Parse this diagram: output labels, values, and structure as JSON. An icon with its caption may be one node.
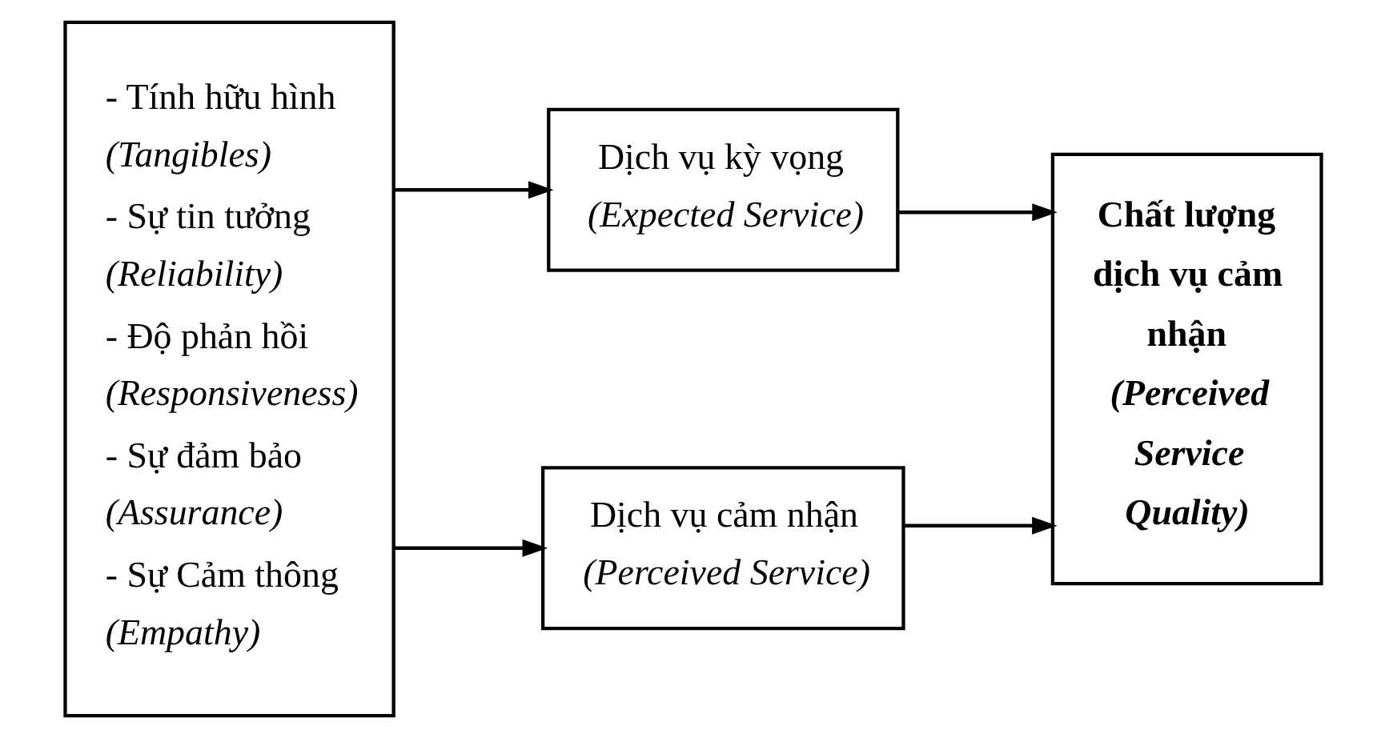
{
  "diagram": {
    "nodes": [
      {
        "text": [
          "- Tính hữu hình",
          "(Tangibles)",
          "- Sự tin tưởng",
          "(Reliability)",
          "- Độ phản hồi",
          "(Responsiveness)",
          "- Sự đảm bảo",
          "(Assurance)",
          "- Sự Cảm thông",
          "(Empathy)"
        ]
      },
      {
        "text": [
          "Dịch vụ kỳ vọng",
          "(Expected Service)"
        ]
      },
      {
        "text": [
          "Dịch vụ cảm nhận",
          "(Perceived Service)"
        ]
      },
      {
        "text": [
          "Chất lượng dịch vụ cảm nhận",
          "(Perceived Service Quality)"
        ]
      }
    ],
    "edges": [
      {
        "from": 0,
        "to": 1,
        "arrow": "to"
      },
      {
        "from": 0,
        "to": 2,
        "arrow": "to"
      },
      {
        "from": 1,
        "to": 3,
        "arrow": "to"
      },
      {
        "from": 2,
        "to": 3,
        "arrow": "to"
      }
    ]
  }
}
